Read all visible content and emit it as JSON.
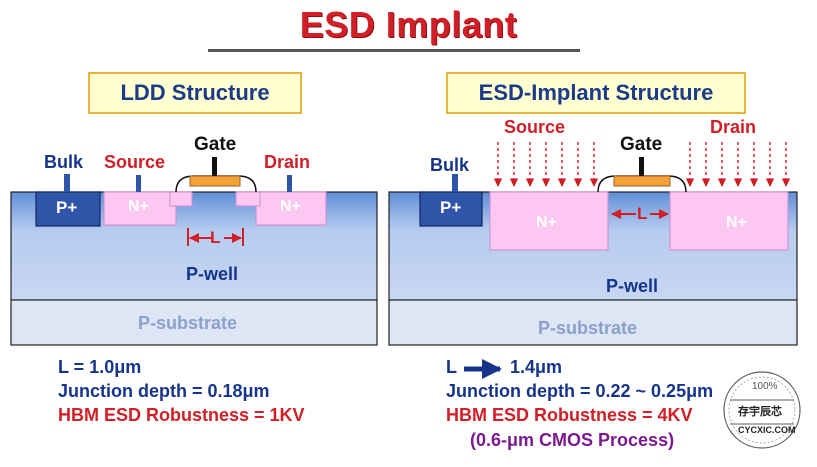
{
  "title": "ESD Implant",
  "left": {
    "heading": "LDD Structure",
    "labels": {
      "bulk": "Bulk",
      "source": "Source",
      "gate": "Gate",
      "drain": "Drain"
    },
    "regions": {
      "p_plus": "P+",
      "n_plus_source": "N+",
      "n_plus_drain": "N+",
      "l": "L",
      "p_well": "P-well",
      "p_substrate": "P-substrate"
    },
    "specs": {
      "l": "L = 1.0μm",
      "junction": "Junction depth = 0.18μm",
      "hbm": "HBM ESD Robustness = 1KV"
    }
  },
  "right": {
    "heading": "ESD-Implant Structure",
    "labels": {
      "bulk": "Bulk",
      "source": "Source",
      "gate": "Gate",
      "drain": "Drain"
    },
    "regions": {
      "p_plus": "P+",
      "n_plus_source": "N+",
      "n_plus_drain": "N+",
      "l": "L",
      "p_well": "P-well",
      "p_substrate": "P-substrate"
    },
    "specs": {
      "l_prefix": "L",
      "l_value": "1.4μm",
      "junction": "Junction depth = 0.22 ~ 0.25μm",
      "hbm": "HBM ESD Robustness = 4KV",
      "process": "(0.6-μm CMOS Process)"
    }
  },
  "watermark": {
    "percent": "100%",
    "name": "存宇辰芯",
    "url": "CYCXIC.COM"
  },
  "colors": {
    "red": "#d21e26",
    "navy": "#16358a",
    "pwell": "#b9cdee",
    "psub": "#dde6f5",
    "nplus": "#fcc8f2",
    "gate": "#f4a238"
  }
}
